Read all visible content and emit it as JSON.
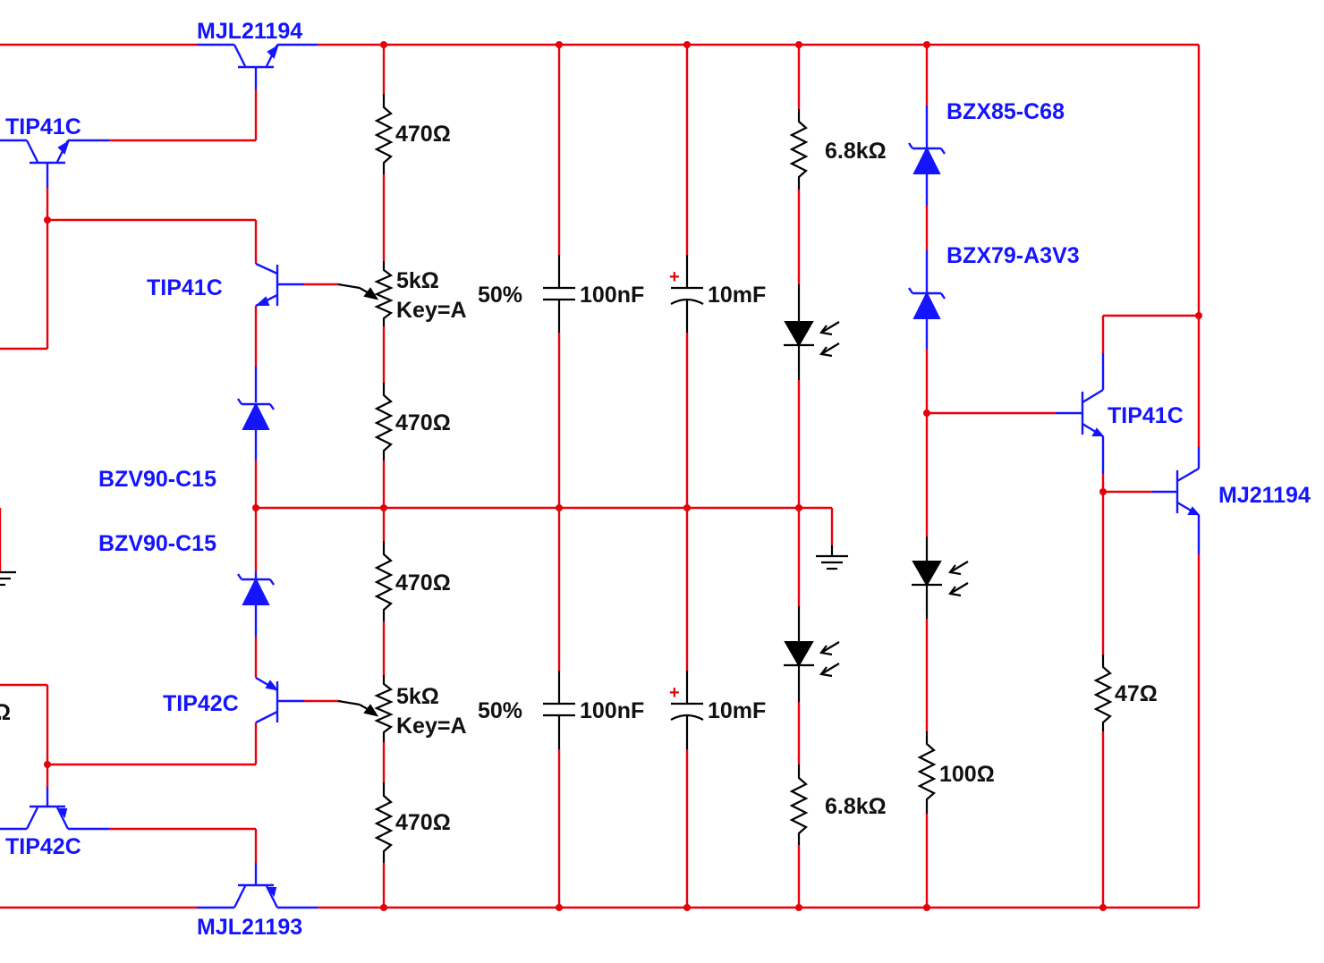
{
  "colors": {
    "wire": "#e8000b",
    "component": "#1414ff",
    "passive": "#000000",
    "background": "#ffffff"
  },
  "labels": {
    "q_top_output": "MJL21194",
    "q_top_driver": "TIP41C",
    "q_top_pre": "TIP41C",
    "q_bottom_pre": "TIP42C",
    "q_bottom_driver": "TIP42C",
    "q_bottom_output": "MJL21193",
    "zener_upper": "BZV90-C15",
    "zener_lower": "BZV90-C15",
    "r_top1": "470Ω",
    "pot_top_value": "5kΩ",
    "pot_top_key": "Key=A",
    "pot_top_percent": "50%",
    "r_top2": "470Ω",
    "r_bottom1": "470Ω",
    "pot_bottom_value": "5kΩ",
    "pot_bottom_key": "Key=A",
    "pot_bottom_percent": "50%",
    "r_bottom2": "470Ω",
    "cap_top_small": "100nF",
    "cap_top_large": "10mF",
    "cap_bottom_small": "100nF",
    "cap_bottom_large": "10mF",
    "plus_top": "+",
    "plus_bottom": "+",
    "r_led_top": "6.8kΩ",
    "r_led_bottom": "6.8kΩ",
    "zener_68": "BZX85-C68",
    "zener_3v3": "BZX79-A3V3",
    "q_reg_driver": "TIP41C",
    "q_reg_output": "MJ21194",
    "r_47": "47Ω",
    "r_100": "100Ω",
    "left_edge_char": "Ω"
  }
}
